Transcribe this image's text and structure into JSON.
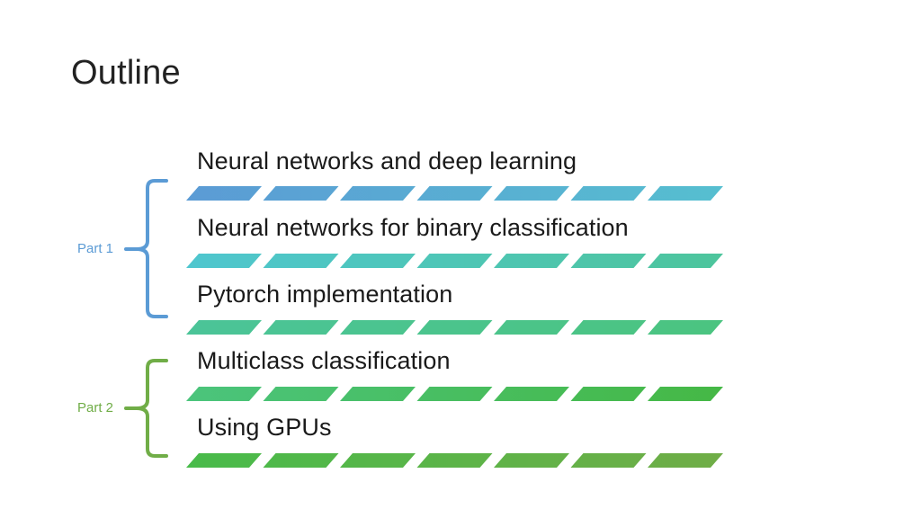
{
  "slide": {
    "title": "Outline"
  },
  "items": [
    {
      "label": "Neural networks and deep learning"
    },
    {
      "label": "Neural networks for binary classification"
    },
    {
      "label": "Pytorch implementation"
    },
    {
      "label": "Multiclass classification"
    },
    {
      "label": "Using GPUs"
    }
  ],
  "parts": [
    {
      "label": "Part 1",
      "color": "#5b9bd5"
    },
    {
      "label": "Part 2",
      "color": "#70ad47"
    }
  ],
  "divider_colors": [
    [
      "#5b9bd5",
      "#56bfd0"
    ],
    [
      "#4fc6cf",
      "#4dc59c"
    ],
    [
      "#4bc498",
      "#4bc480"
    ],
    [
      "#4bc47c",
      "#45b845"
    ],
    [
      "#48bb4a",
      "#70ad47"
    ]
  ]
}
